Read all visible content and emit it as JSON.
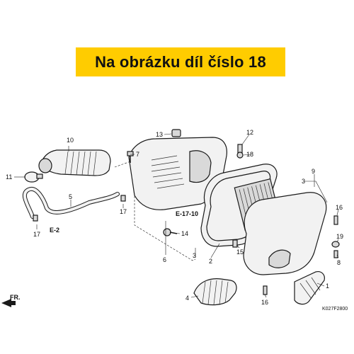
{
  "banner": {
    "text": "Na obrázku díl číslo 18",
    "color": "#ffcc00"
  },
  "callouts": {
    "c1": "1",
    "c2": "2",
    "c3a": "3",
    "c3b": "3",
    "c4": "4",
    "c5": "5",
    "c6": "6",
    "c7": "7",
    "c8": "8",
    "c9": "9",
    "c10": "10",
    "c11": "11",
    "c12": "12",
    "c13": "13",
    "c14": "14",
    "c15": "15",
    "c16a": "16",
    "c16b": "16",
    "c17a": "17",
    "c17b": "17",
    "c18": "18",
    "c19": "19"
  },
  "references": {
    "e17_10": "E-17-10",
    "e2": "E-2",
    "front": "FR."
  },
  "diagram_code": "K027F2800"
}
